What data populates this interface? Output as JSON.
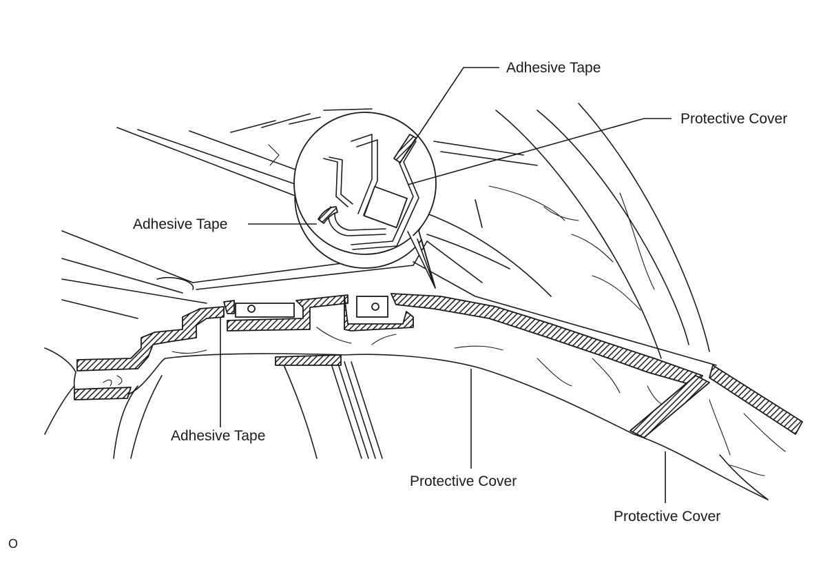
{
  "labels": {
    "adhesive_tape_top": "Adhesive Tape",
    "protective_cover_top": "Protective Cover",
    "adhesive_tape_left": "Adhesive Tape",
    "adhesive_tape_bottom": "Adhesive Tape",
    "protective_cover_bottom_center": "Protective Cover",
    "protective_cover_bottom_right": "Protective Cover"
  },
  "corner_mark": "O"
}
